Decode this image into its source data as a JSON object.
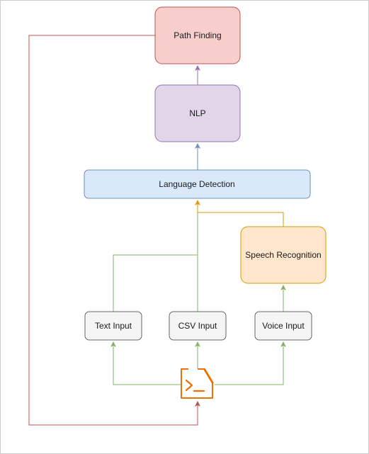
{
  "nodes": {
    "path_finding": "Path Finding",
    "nlp": "NLP",
    "language_detection": "Language Detection",
    "speech_recognition": "Speech Recognition",
    "text_input": "Text Input",
    "csv_input": "CSV Input",
    "voice_input": "Voice Input"
  },
  "icons": {
    "terminal": "terminal-icon"
  },
  "colors": {
    "path_finding_fill": "#f8cecc",
    "path_finding_stroke": "#b85450",
    "nlp_fill": "#e1d5e7",
    "nlp_stroke": "#9673a6",
    "lang_fill": "#dae8fc",
    "lang_stroke": "#6c8ebf",
    "speech_fill": "#ffe6cc",
    "speech_stroke": "#d79b00",
    "input_fill": "#f5f5f5",
    "input_stroke": "#666666",
    "green_edge": "#82b366",
    "red_edge": "#b85450",
    "orange_edge": "#d79b00",
    "blue_edge": "#6c8ebf",
    "purple_edge": "#9673a6",
    "icon_orange": "#ed7100",
    "border": "#cccccc"
  }
}
